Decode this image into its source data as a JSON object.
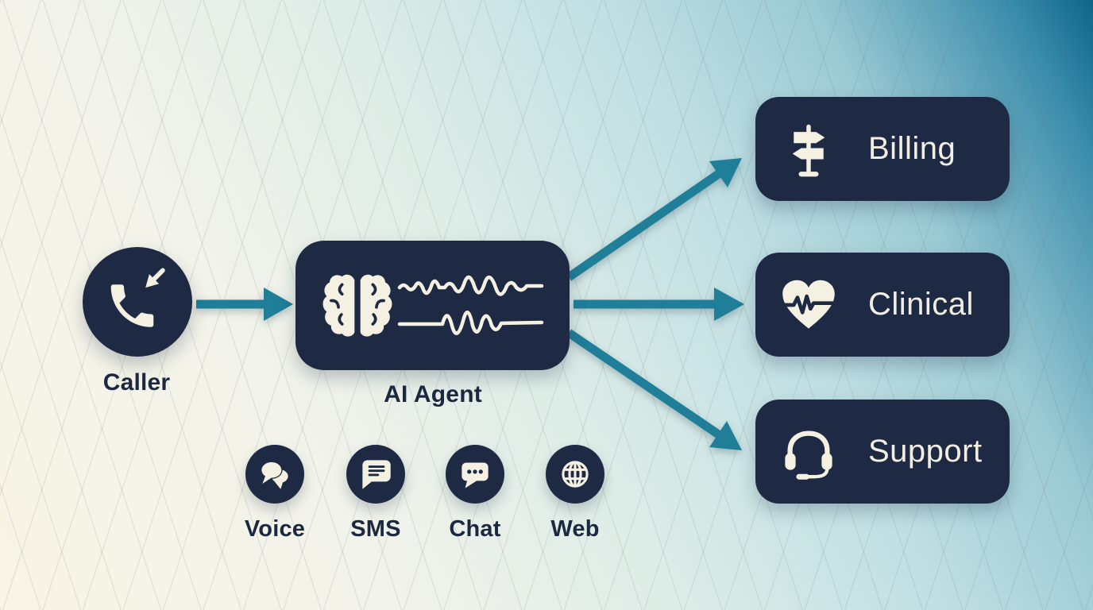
{
  "caller": {
    "label": "Caller",
    "icon": "phone-incoming-icon"
  },
  "agent": {
    "label": "AI Agent",
    "icons": [
      "brain-icon",
      "waveform-icon"
    ]
  },
  "destinations": [
    {
      "label": "Billing",
      "icon": "signpost-icon"
    },
    {
      "label": "Clinical",
      "icon": "heart-pulse-icon"
    },
    {
      "label": "Support",
      "icon": "headset-icon"
    }
  ],
  "channels": [
    {
      "label": "Voice",
      "icon": "speech-bubbles-icon"
    },
    {
      "label": "SMS",
      "icon": "message-lines-icon"
    },
    {
      "label": "Chat",
      "icon": "message-dots-icon"
    },
    {
      "label": "Web",
      "icon": "globe-icon"
    }
  ],
  "colors": {
    "node_navy": "#1e2a44",
    "icon_cream": "#f5f1e2",
    "arrow_teal": "#1f7e98",
    "label_navy": "#1b2840",
    "bg_corner_cream": "#f8f4e6",
    "bg_corner_teal": "#0e6589"
  }
}
